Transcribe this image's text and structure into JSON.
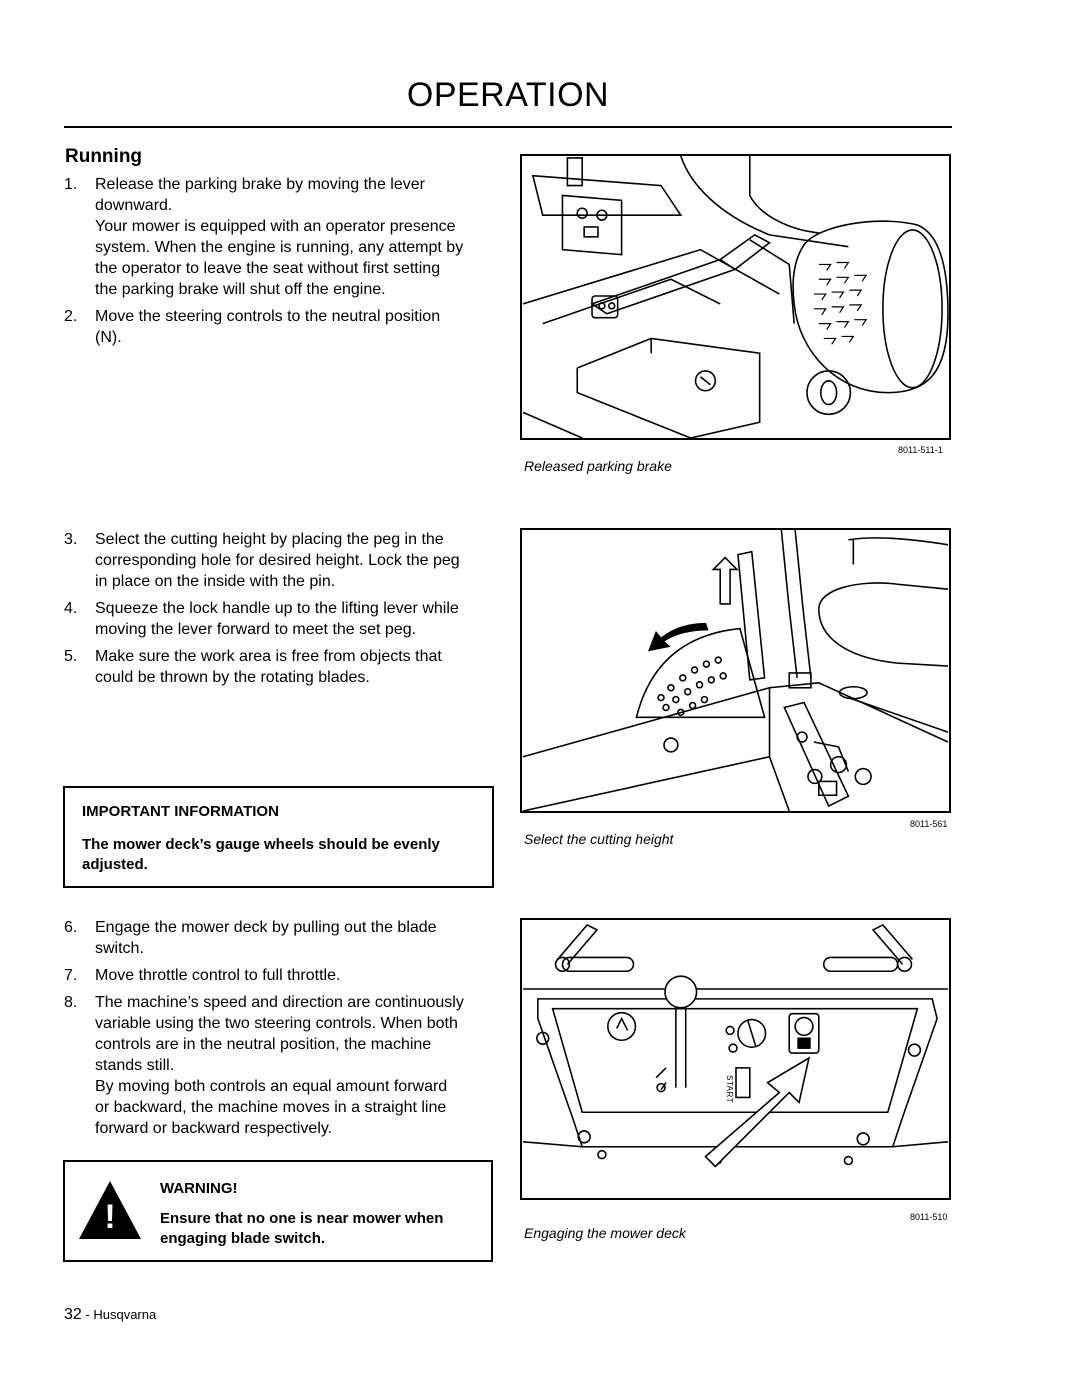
{
  "header": {
    "title": "OPERATION"
  },
  "section": {
    "title": "Running"
  },
  "steps_group1": [
    {
      "num": "1.",
      "paragraphs": [
        "Release the parking brake by moving the lever downward.",
        "Your mower is equipped with an operator presence system. When the engine is running, any attempt by the operator to leave the seat without first setting the parking brake will shut off the engine."
      ]
    },
    {
      "num": "2.",
      "paragraphs": [
        "Move the steering controls to the neutral position (N)."
      ]
    }
  ],
  "steps_group2": [
    {
      "num": "3.",
      "paragraphs": [
        "Select the cutting height by placing the peg in the corresponding hole for desired height. Lock the peg in place on the inside with the pin."
      ]
    },
    {
      "num": "4.",
      "paragraphs": [
        "Squeeze the lock handle up to the lifting lever while moving the lever forward to meet the set peg."
      ]
    },
    {
      "num": "5.",
      "paragraphs": [
        "Make sure the work area is free from objects that could be thrown by the rotating blades."
      ]
    }
  ],
  "steps_group3": [
    {
      "num": "6.",
      "paragraphs": [
        "Engage the mower deck by pulling out the blade switch."
      ]
    },
    {
      "num": "7.",
      "paragraphs": [
        "Move throttle control to full throttle."
      ]
    },
    {
      "num": "8.",
      "paragraphs": [
        "The machine’s speed and direction are continuously variable using the two steering controls. When both controls are in the neutral position, the machine stands still.",
        "By moving both controls an equal amount forward or backward, the machine moves in a straight line forward or backward respectively."
      ]
    }
  ],
  "important": {
    "title": "IMPORTANT INFORMATION",
    "body": "The mower deck’s gauge wheels should be evenly adjusted."
  },
  "warning": {
    "title": "WARNING!",
    "body": "Ensure that no one is near mower when engaging blade switch.",
    "icon_symbol": "!"
  },
  "figures": [
    {
      "code": "8011-511-1",
      "caption": "Released parking brake"
    },
    {
      "code": "8011-561",
      "caption": "Select the cutting height"
    },
    {
      "code": "8011-510",
      "caption": "Engaging the mower deck",
      "panel_label": "START"
    }
  ],
  "footer": {
    "page_number": "32",
    "brand": " - Husqvarna"
  }
}
